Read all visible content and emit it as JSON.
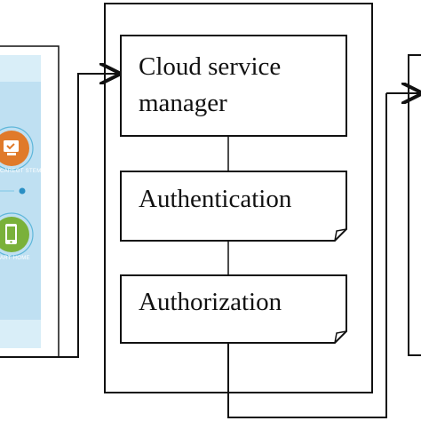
{
  "diagram": {
    "boxes": {
      "cloud_service_manager": {
        "line1": "Cloud service",
        "line2": "manager"
      },
      "authentication": {
        "label": "Authentication"
      },
      "authorization": {
        "label": "Authorization"
      }
    },
    "left_panel": {
      "captions": [
        "CAREGT STEMS",
        "ART HOME"
      ],
      "icons": [
        "health-monitor-icon",
        "smartphone-icon"
      ]
    },
    "colors": {
      "line": "#111111",
      "panel_blue": "#bfe0f2",
      "panel_stripe": "#d9eef8",
      "icon_orange": "#e07a2a",
      "icon_green": "#7ab13a",
      "icon_ring": "#5fb7da",
      "dot_blue": "#2a8fc4"
    }
  }
}
